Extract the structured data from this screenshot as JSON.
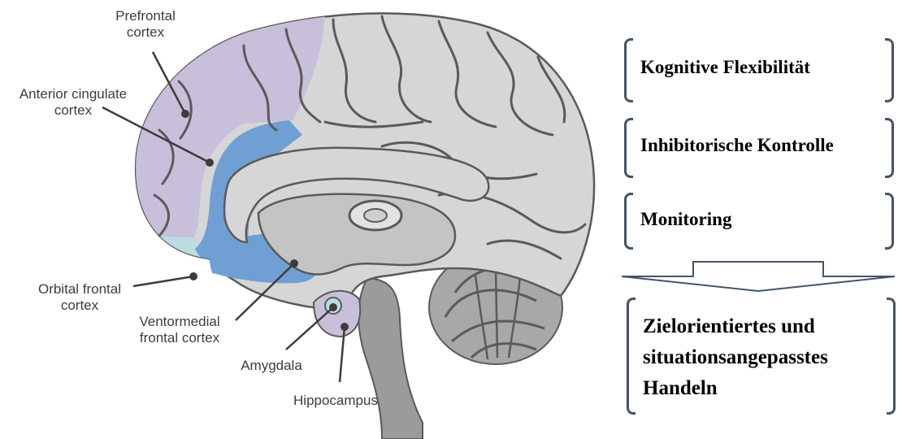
{
  "labels": {
    "prefrontal_1": "Prefrontal",
    "prefrontal_2": "cortex",
    "acc_1": "Anterior cingulate",
    "acc_2": "cortex",
    "ofc_1": "Orbital frontal",
    "ofc_2": "cortex",
    "vmfc_1": "Ventormedial",
    "vmfc_2": "frontal cortex",
    "amygdala": "Amygdala",
    "hippocampus": "Hippocampus"
  },
  "functions": [
    "Kognitive Flexibilität",
    "Inhibitorische Kontrolle",
    "Monitoring"
  ],
  "outcome": {
    "line1": "Zielorientiertes und",
    "line2": "situationsangepasstes",
    "line3": "Handeln"
  },
  "colors": {
    "prefrontal": "#c9c2dc",
    "cingulate_blue": "#6f9fd3",
    "orbital_teal": "#b9dbe0",
    "brain_gray": "#d4d4d4",
    "stem_gray": "#9a9a9a",
    "bracket": "#44546a"
  }
}
